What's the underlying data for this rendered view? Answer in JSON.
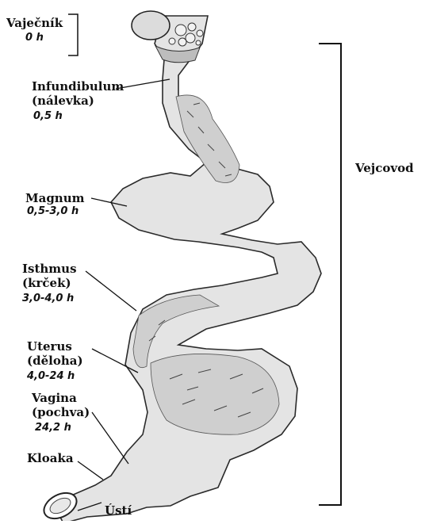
{
  "diagram": {
    "labels": {
      "vajecnik": "Vaječník",
      "vajecnik_time": "0 h",
      "infundibulum": "Infundibulum",
      "infundibulum_alt": "(nálevka)",
      "infundibulum_time": "0,5 h",
      "magnum": "Magnum",
      "magnum_time": "0,5-3,0 h",
      "isthmus": "Isthmus",
      "isthmus_alt": "(krček)",
      "isthmus_time": "3,0-4,0 h",
      "uterus": "Uterus",
      "uterus_alt": "(děloha)",
      "uterus_time": "4,0-24 h",
      "vagina": "Vagina",
      "vagina_alt": "(pochva)",
      "vagina_time": "24,2 h",
      "kloaka": "Kloaka",
      "usti": "Ústí",
      "vejcovod": "Vejcovod"
    },
    "colors": {
      "tube_fill": "#e4e4e4",
      "outline": "#2a2a2a",
      "texture": "#555555",
      "text": "#111111"
    }
  }
}
